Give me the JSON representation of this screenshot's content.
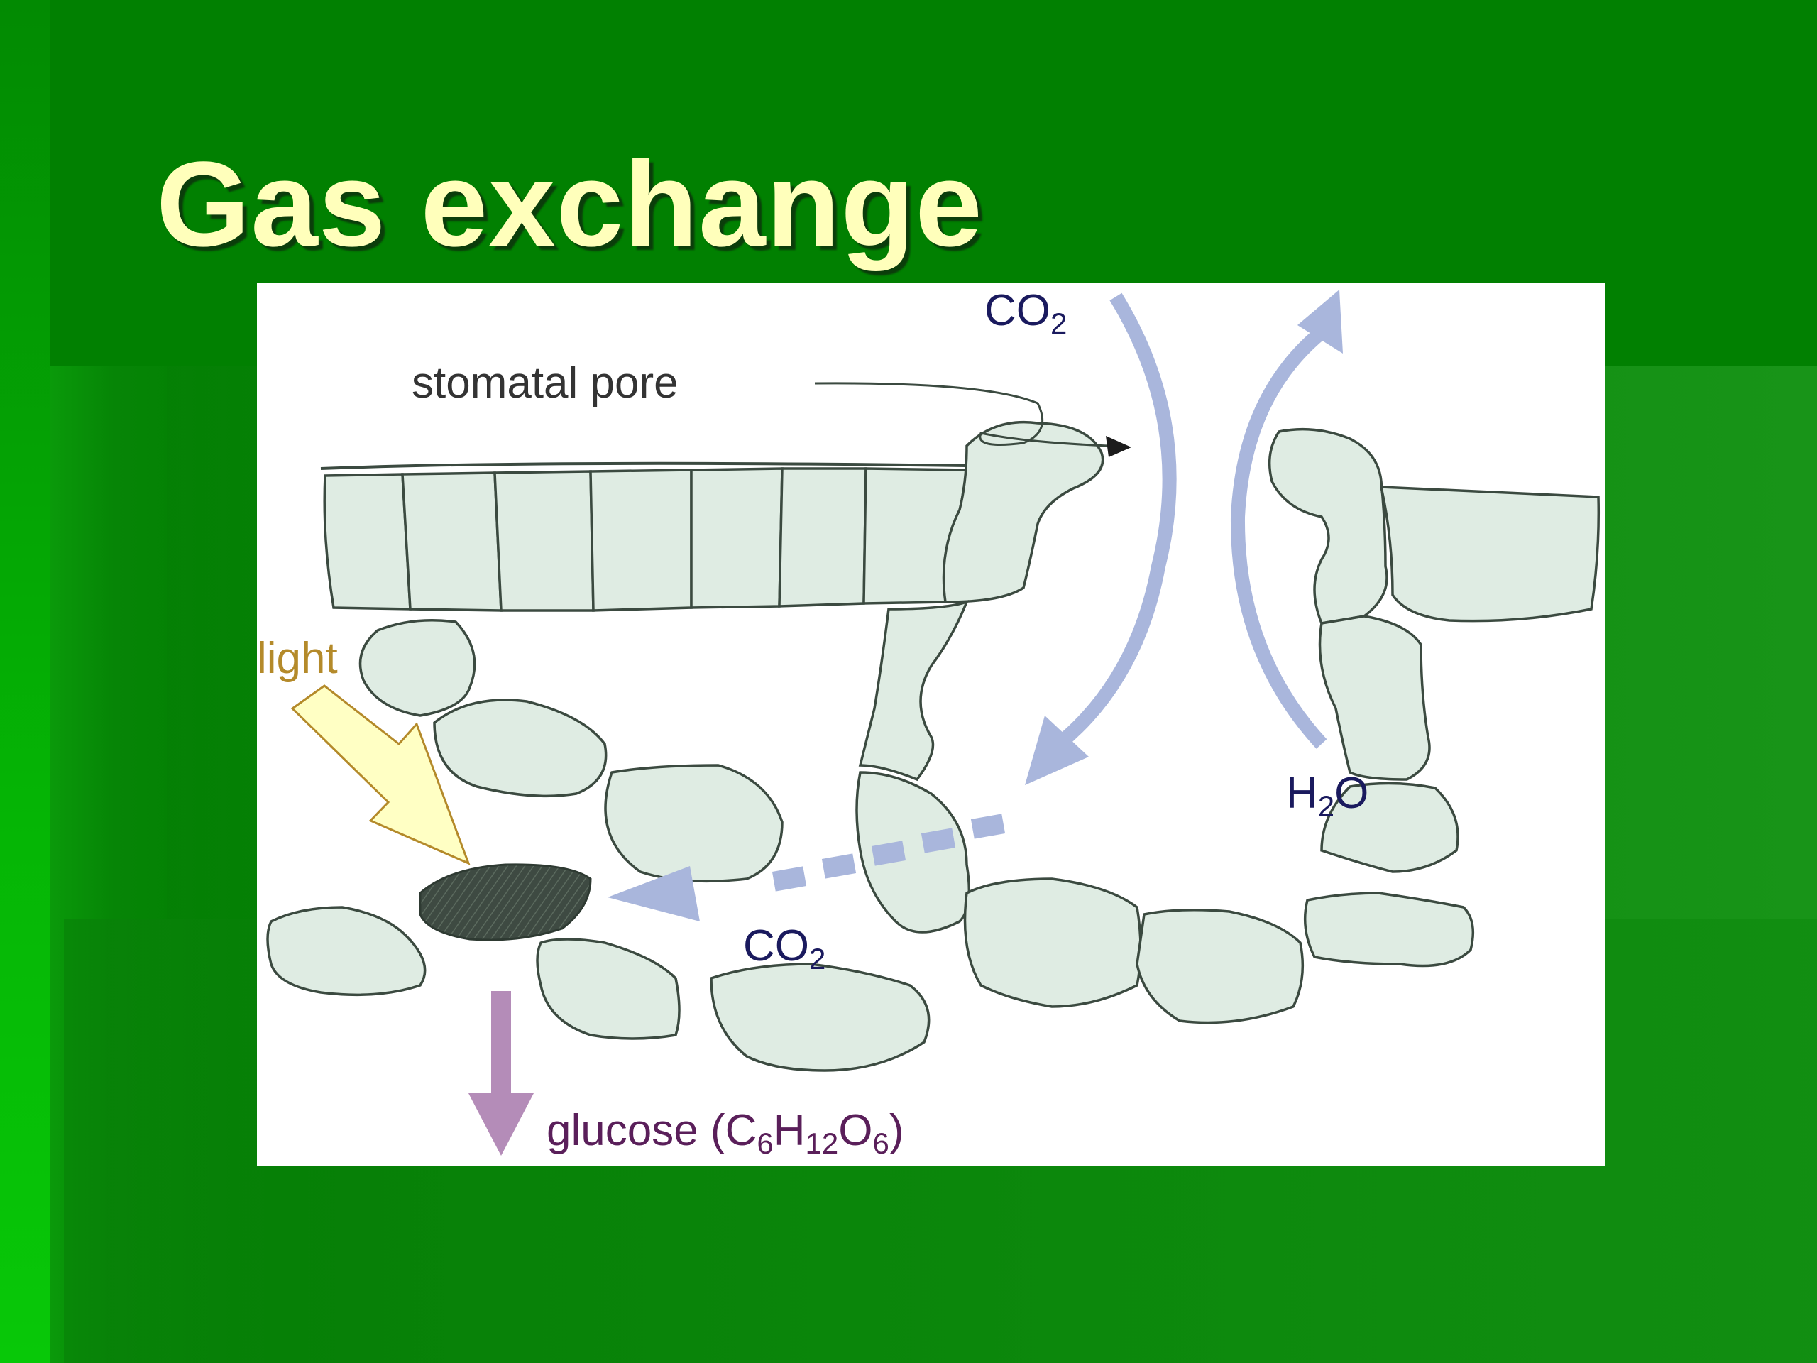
{
  "slide": {
    "title": "Gas exchange"
  },
  "diagram": {
    "labels": {
      "stomatal_pore": "stomatal pore",
      "light": "light",
      "co2_top_main": "CO",
      "co2_top_sub": "2",
      "h2o_main_h": "H",
      "h2o_sub": "2",
      "h2o_main_o": "O",
      "co2_bottom_main": "CO",
      "co2_bottom_sub": "2",
      "glucose_prefix": "glucose (C",
      "glucose_sub1": "6",
      "glucose_h": "H",
      "glucose_sub2": "12",
      "glucose_o": "O",
      "glucose_sub3": "6",
      "glucose_suffix": ")"
    },
    "colors": {
      "background": "#018001",
      "title": "#ffffbb",
      "cell_fill": "#dfece3",
      "cell_stroke": "#3b4a40",
      "gas_arrow": "#a9b6dc",
      "glucose_arrow": "#b48cb8",
      "light_arrow": "#ffffc4",
      "light_label": "#b48a2a",
      "chloroplast": "#3e4a42",
      "gas_label": "#1a1a5e",
      "glucose_label": "#5a1f5a"
    }
  }
}
